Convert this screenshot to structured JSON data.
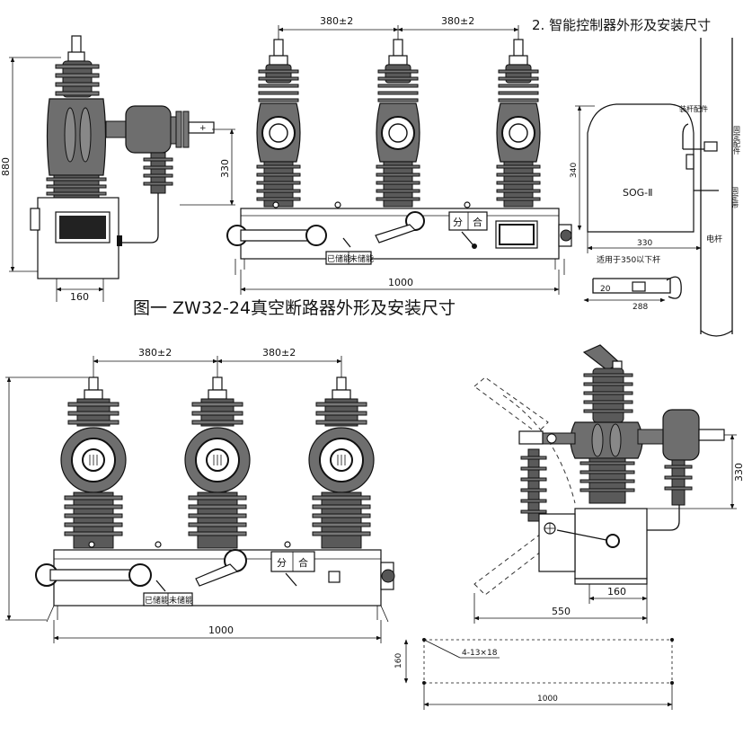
{
  "top_right_title": "2. 智能控制器外形及安装尺寸",
  "figure1_caption": "图一  ZW32-24真空断路器外形及安装尺寸",
  "fig1_side": {
    "height": "880",
    "ct_height": "330",
    "base_width": "160"
  },
  "fig1_front": {
    "pitch_left": "380±2",
    "pitch_right": "380±2",
    "width": "1000",
    "label_charged": "已储能",
    "label_uncharged": "未储能",
    "label_open": "分",
    "label_close": "合"
  },
  "controller": {
    "model": "SOG-Ⅱ",
    "height": "340",
    "width": "330",
    "mount_note": "适用于350以下杆",
    "bracket_w": "288",
    "bracket_h": "20",
    "label_fitting": "装杆配件",
    "label_fixed_fitting": "固定配件",
    "label_fixed_strap": "固定带",
    "label_pole": "电杆"
  },
  "fig2_front": {
    "pitch_left": "380±2",
    "pitch_right": "380±2",
    "width": "1000",
    "label_charged": "已储能",
    "label_uncharged": "未储能",
    "label_open": "分",
    "label_close": "合"
  },
  "fig2_side": {
    "ct_height": "330",
    "base_width": "160",
    "overall_width": "550"
  },
  "mounting_plan": {
    "height": "160",
    "holes": "4-13×18",
    "width": "1000"
  }
}
